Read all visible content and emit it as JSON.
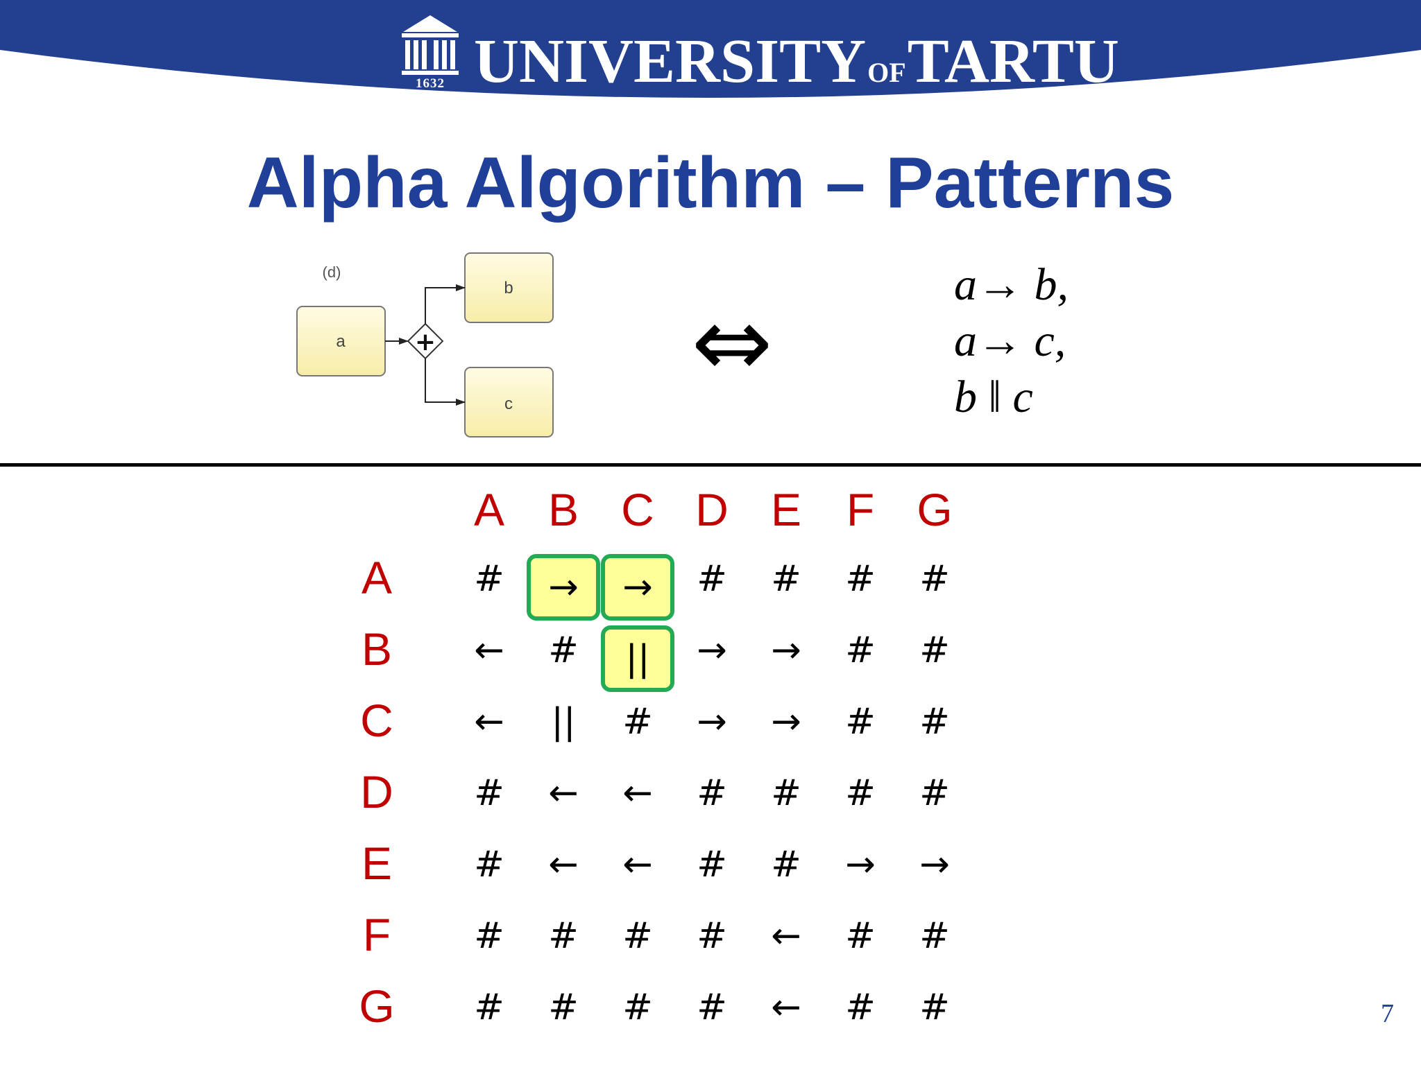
{
  "header": {
    "logo_year": "1632",
    "wordmark_1": "UNIVERSITY",
    "wordmark_of": "OF",
    "wordmark_2": "TARTU",
    "banner_color": "#233f8f"
  },
  "slide": {
    "title": "Alpha Algorithm – Patterns",
    "page_number": "7"
  },
  "diagram": {
    "label": "(d)",
    "nodes": {
      "a": "a",
      "b": "b",
      "c": "c"
    },
    "gateway_symbol": "+",
    "equivalence": "⇔",
    "formulas": [
      "a→ b,",
      "a→ c,",
      "b ‖ c"
    ]
  },
  "footprint": {
    "columns": [
      "A",
      "B",
      "C",
      "D",
      "E",
      "F",
      "G"
    ],
    "rows": [
      {
        "label": "A",
        "cells": [
          "#",
          "→",
          "→",
          "#",
          "#",
          "#",
          "#"
        ]
      },
      {
        "label": "B",
        "cells": [
          "←",
          "#",
          "||",
          "→",
          "→",
          "#",
          "#"
        ]
      },
      {
        "label": "C",
        "cells": [
          "←",
          "||",
          "#",
          "→",
          "→",
          "#",
          "#"
        ]
      },
      {
        "label": "D",
        "cells": [
          "#",
          "←",
          "←",
          "#",
          "#",
          "#",
          "#"
        ]
      },
      {
        "label": "E",
        "cells": [
          "#",
          "←",
          "←",
          "#",
          "#",
          "→",
          "→"
        ]
      },
      {
        "label": "F",
        "cells": [
          "#",
          "#",
          "#",
          "#",
          "←",
          "#",
          "#"
        ]
      },
      {
        "label": "G",
        "cells": [
          "#",
          "#",
          "#",
          "#",
          "←",
          "#",
          "#"
        ]
      }
    ],
    "highlighted": [
      [
        0,
        1
      ],
      [
        0,
        2
      ],
      [
        1,
        2
      ]
    ],
    "colors": {
      "label": "#c00000",
      "highlight_fill": "#ffff99",
      "highlight_border": "#22aa55"
    }
  }
}
